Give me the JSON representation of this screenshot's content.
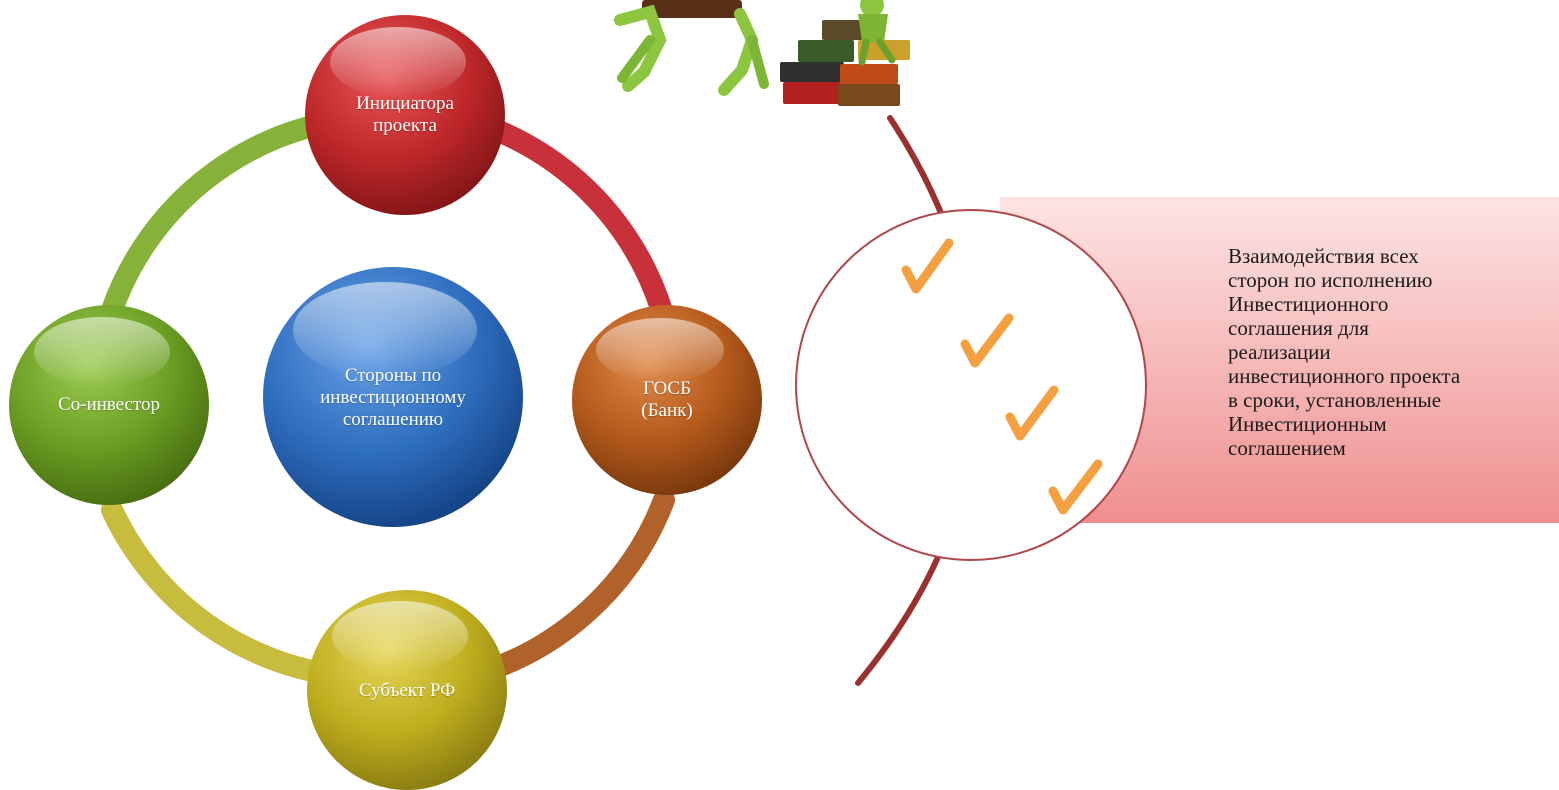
{
  "diagram": {
    "center": {
      "label": "Стороны по\nинвестиционному\nсоглашению",
      "color": "#2f6fc0"
    },
    "nodes": [
      {
        "key": "initiator",
        "label": "Инициатора\nпроекта",
        "color": "#c0282a"
      },
      {
        "key": "bank",
        "label": "ГОСБ\n(Банк)",
        "color": "#b55a1c"
      },
      {
        "key": "region",
        "label": "Субъект РФ",
        "color": "#bfae1e"
      },
      {
        "key": "coinvestor",
        "label": "Со-инвестор",
        "color": "#6b9e22"
      }
    ],
    "ring_colors": {
      "initiator_bank": "#c8303a",
      "bank_region": "#b0622a",
      "region_coinvestor": "#c8bc3e",
      "coinvestor_initiator": "#86b23a"
    }
  },
  "callout": {
    "text": "Взаимодействия  всех\nсторон по исполнению\nИнвестиционного\nсоглашения для\nреализации\nинвестиционного проекта\nв сроки, установленные\nИнвестиционным\nсоглашением",
    "checkmark_count": 4,
    "checkmark_color": "#f4a040",
    "panel_color": "#f3a6a6",
    "arc_color": "#9a3030"
  },
  "illustration": {
    "icon": "figures-carrying-books-icon"
  }
}
